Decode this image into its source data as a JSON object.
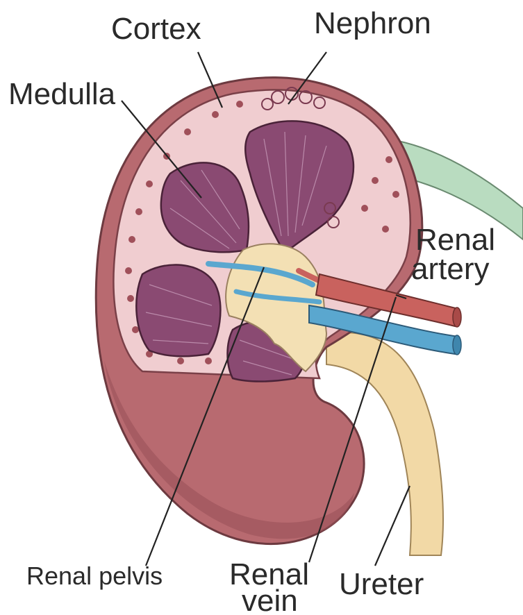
{
  "labels": {
    "cortex": "Cortex",
    "nephron": "Nephron",
    "medulla": "Medulla",
    "renal_artery_line1": "Renal",
    "renal_artery_line2": "artery",
    "renal_pelvis": "Renal pelvis",
    "renal_vein_line1": "Renal",
    "renal_vein_line2": "vein",
    "ureter": "Ureter"
  },
  "colors": {
    "outer_kidney": "#b86a70",
    "cortex": "#f0cdd0",
    "medulla": "#8a4a72",
    "pelvis": "#f3e0b4",
    "artery": "#c9625e",
    "vein": "#5aa7cf",
    "ureter": "#f2d9a6",
    "nephron_tube": "#b9dcc0"
  }
}
